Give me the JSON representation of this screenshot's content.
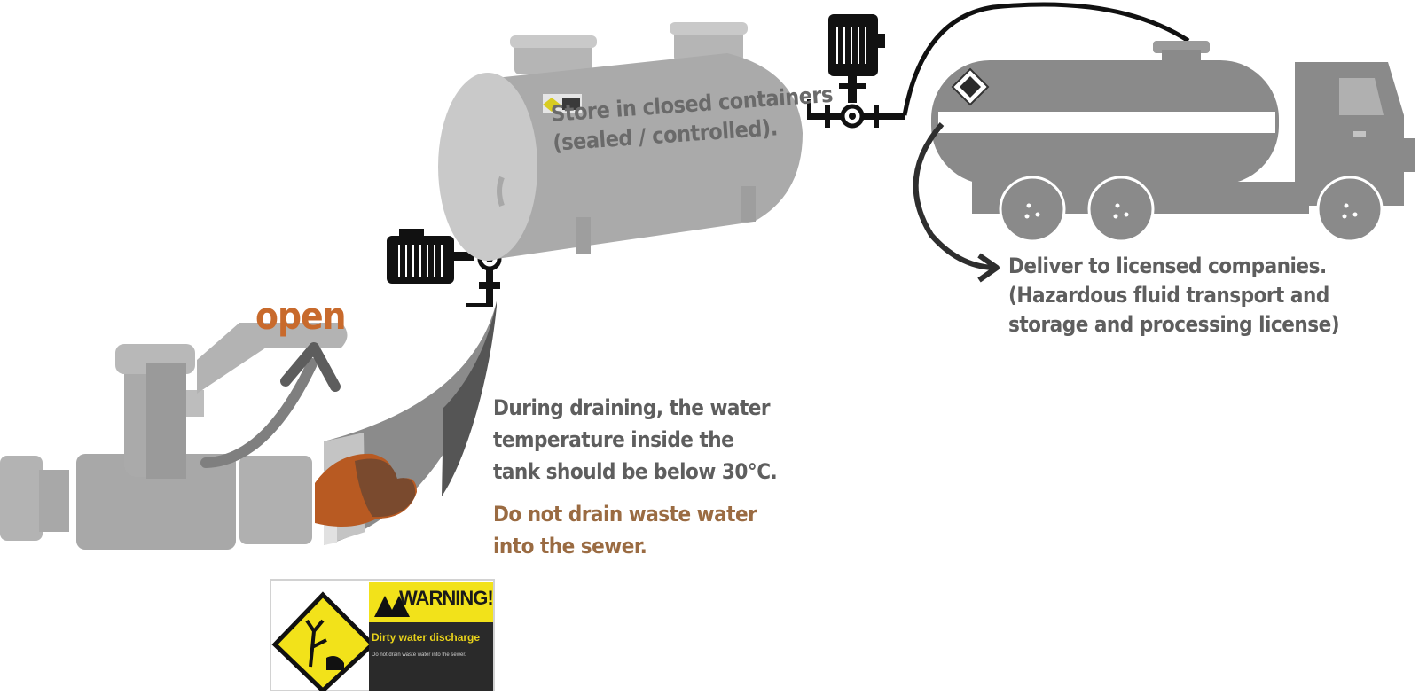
{
  "labels": {
    "open": "open",
    "store": [
      "Store in closed containers",
      "(sealed / controlled)."
    ],
    "drain": [
      "During draining, the water",
      "temperature inside the",
      "tank should be below 30°C."
    ],
    "sewer": [
      "Do not drain waste water",
      "into the sewer."
    ],
    "deliver": [
      "Deliver to licensed companies.",
      "(Hazardous fluid transport and",
      "storage and processing license)"
    ]
  },
  "warning_sign": {
    "title": "WARNING!",
    "subtitle": "Dirty water discharge",
    "fine_print": "Do not drain waste water into the sewer."
  },
  "colors": {
    "gray_light": "#c9c9c9",
    "gray_mid": "#a5a5a5",
    "gray_dark": "#7a7a7a",
    "orange": "#c86a2c",
    "brown_text": "#9a6b42",
    "warning_yellow": "#f2e21a",
    "black": "#111111"
  },
  "icons": [
    "valve-icon",
    "pump-motor-icon",
    "storage-tank-icon",
    "tanker-truck-icon",
    "hazard-diamond-icon",
    "warning-triangle-icon"
  ]
}
